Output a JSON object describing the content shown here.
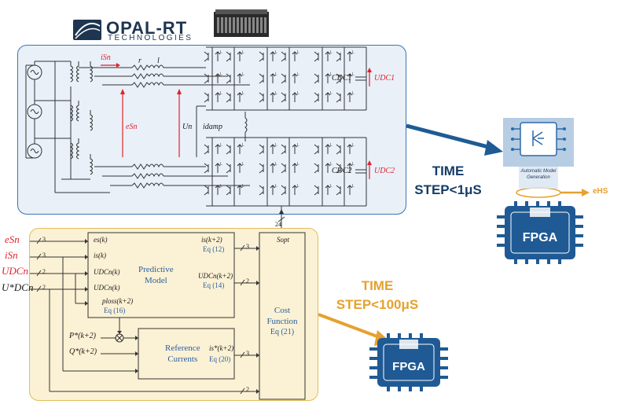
{
  "logo": {
    "name": "OPAL-RT",
    "subtitle": "TECHNOLOGIES"
  },
  "top_panel": {
    "i_sn": "iSn",
    "r": "r",
    "l": "l",
    "e_sn": "eSn",
    "u_n": "Un",
    "i_damp": "idamp",
    "c_dc1": "CDC1",
    "u_dc1": "UDC1",
    "c_dc2": "CDC2",
    "u_dc2": "UDC2",
    "bus_width": "24",
    "switch_label": "L"
  },
  "right_side": {
    "time1_line1": "TIME",
    "time1_line2": "STEP<1μS",
    "amg_label_1": "Automatic Model",
    "amg_label_2": "Generation",
    "ehs_label": "eHS",
    "fpga_label": "FPGA",
    "time2_line1": "TIME",
    "time2_line2": "STEP<100μS",
    "fpga2_label": "FPGA"
  },
  "bottom_panel": {
    "inputs": {
      "e_sn": "eSn",
      "i_sn": "iSn",
      "u_dcn": "UDCn",
      "u_dcn_ref": "U*DCn"
    },
    "bus_widths": {
      "w3a": "3",
      "w3b": "3",
      "w2a": "2",
      "w2b": "2",
      "w3c": "3",
      "w2c": "2",
      "w3d": "3",
      "w2d": "2"
    },
    "predictive_model": {
      "title_1": "Predictive",
      "title_2": "Model",
      "in_e": "es(k)",
      "in_i": "is(k)",
      "in_u": "UDCn(k)",
      "in_u_ref": "UDCn(k)",
      "out_i": "is(k+2)",
      "eq12": "Eq (12)",
      "out_u": "UDCn(k+2)",
      "eq14": "Eq (14)",
      "ploss": "ploss(k+2)",
      "eq16": "Eq (16)"
    },
    "reference_currents": {
      "title_1": "Reference",
      "title_2": "Currents",
      "p_in": "P*(k+2)",
      "q_in": "Q*(k+2)",
      "out": "is*(k+2)",
      "eq20": "Eq (20)"
    },
    "cost_function": {
      "title_1": "Cost",
      "title_2": "Function",
      "eq21": "Eq (21)",
      "s_opt": "Sopt"
    }
  }
}
